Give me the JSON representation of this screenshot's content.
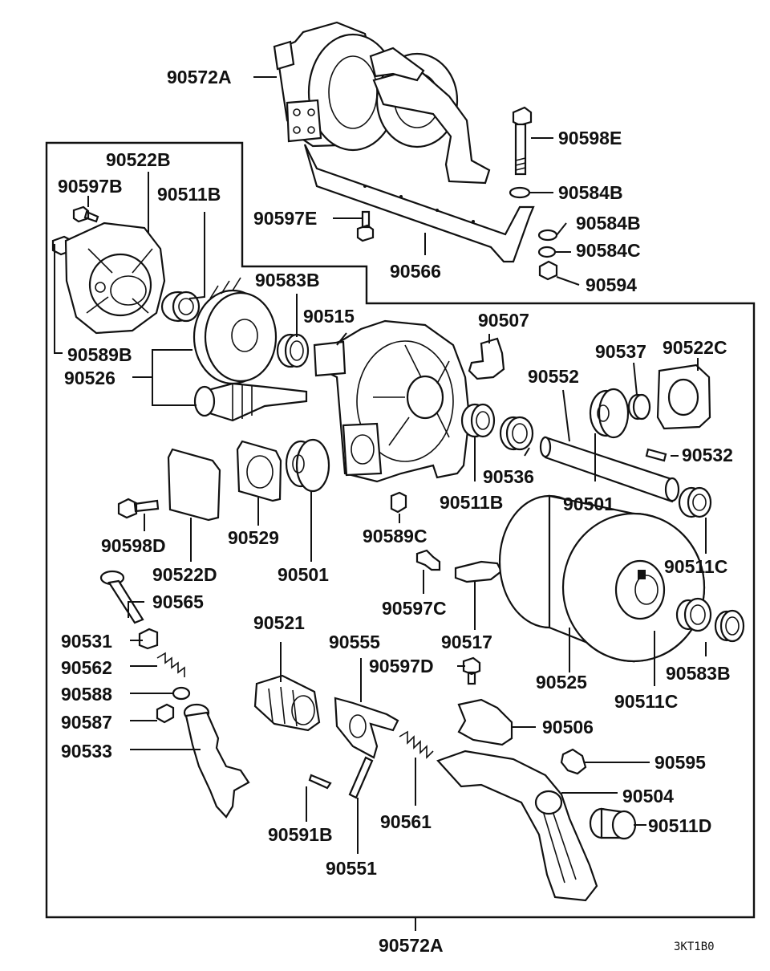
{
  "diagram": {
    "labels": {
      "top_assembly": "90572A",
      "bottom_assembly": "90572A",
      "l90598E": "90598E",
      "l90584B_washer": "90584B",
      "l90584B_lock": "90584B",
      "l90584C": "90584C",
      "l90594": "90594",
      "l90597E": "90597E",
      "l90566": "90566",
      "l90522B": "90522B",
      "l90597B": "90597B",
      "l90511B_top": "90511B",
      "l90583B_top": "90583B",
      "l90515": "90515",
      "l90507": "90507",
      "l90522C": "90522C",
      "l90537": "90537",
      "l90552": "90552",
      "l90589B": "90589B",
      "l90526": "90526",
      "l90532": "90532",
      "l90536": "90536",
      "l90511B_mid": "90511B",
      "l90501_right": "90501",
      "l90511C_upper": "90511C",
      "l90598D": "90598D",
      "l90529": "90529",
      "l90589C": "90589C",
      "l90522D": "90522D",
      "l90501_left": "90501",
      "l90565": "90565",
      "l90597C": "90597C",
      "l90517": "90517",
      "l90531": "90531",
      "l90521": "90521",
      "l90555": "90555",
      "l90562": "90562",
      "l90597D": "90597D",
      "l90525": "90525",
      "l90583B_right": "90583B",
      "l90588": "90588",
      "l90511C_lower": "90511C",
      "l90587": "90587",
      "l90506": "90506",
      "l90533": "90533",
      "l90595": "90595",
      "l90504": "90504",
      "l90511D": "90511D",
      "l90591B": "90591B",
      "l90561": "90561",
      "l90551": "90551",
      "drawing_code": "3KT1B0"
    }
  }
}
